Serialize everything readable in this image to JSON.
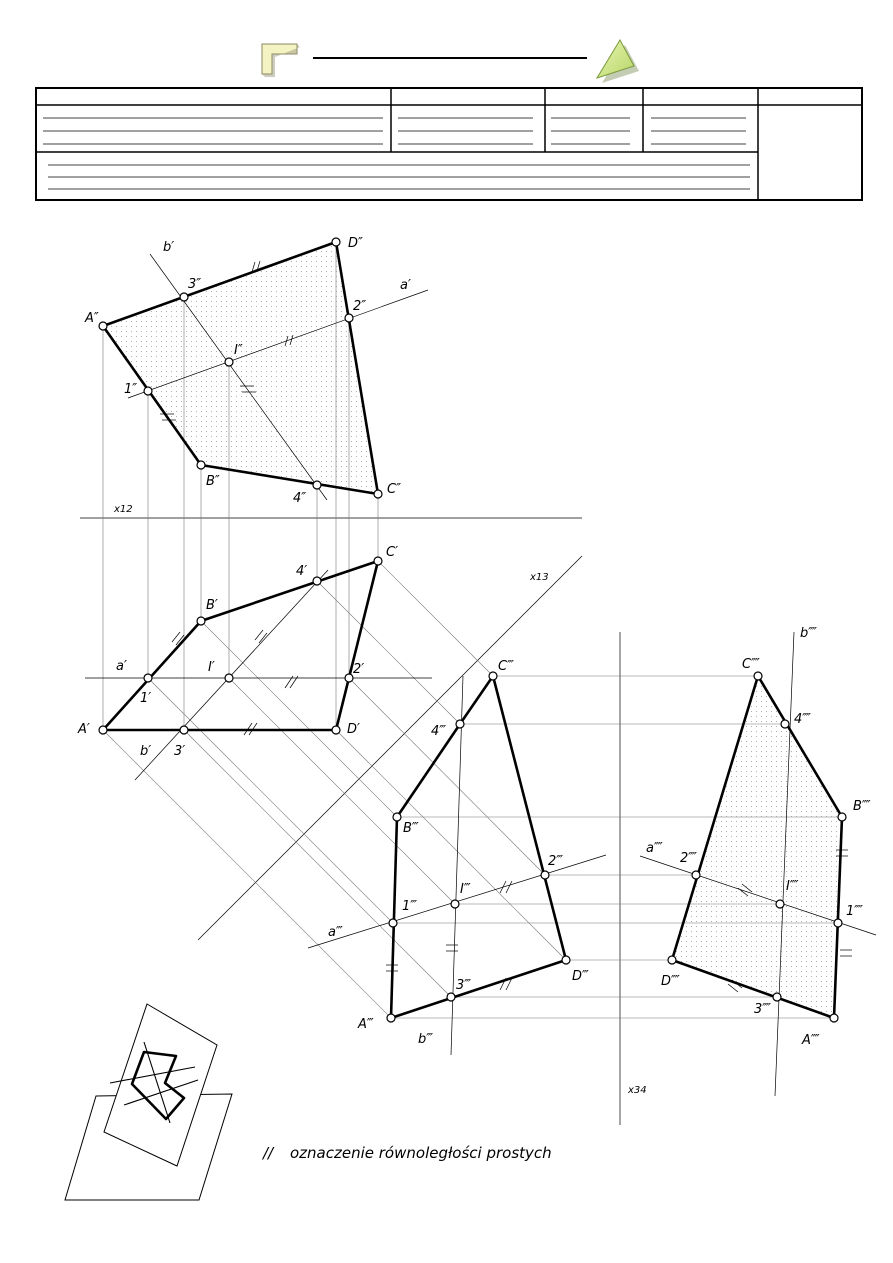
{
  "labels": {
    "A2": "A″",
    "B2": "B″",
    "C2": "C″",
    "D2": "D″",
    "p1_2": "1″",
    "p2_2": "2″",
    "p3_2": "3″",
    "p4_2": "4″",
    "I2": "I″",
    "a2": "a′",
    "b2": "b′",
    "x12": "x12",
    "A1": "A′",
    "B1": "B′",
    "C1": "C′",
    "D1": "D′",
    "p1_1": "1′",
    "p2_1": "2′",
    "p3_1": "3′",
    "p4_1": "4′",
    "I1": "I′",
    "a1": "a′",
    "b1": "b′",
    "x13": "x13",
    "A3": "A‴",
    "B3": "B‴",
    "C3": "C‴",
    "D3": "D‴",
    "p1_3": "1‴",
    "p2_3": "2‴",
    "p3_3": "3‴",
    "p4_3": "4‴",
    "I3": "I‴",
    "a3": "a‴",
    "b3": "b‴",
    "A4": "A⁗",
    "B4": "B⁗",
    "C4": "C⁗",
    "D4": "D⁗",
    "p1_4": "1⁗",
    "p2_4": "2⁗",
    "p3_4": "3⁗",
    "p4_4": "4⁗",
    "I4": "I⁗",
    "a4": "a⁗",
    "b4": "b⁗",
    "x34": "x34"
  },
  "caption": "oznaczenie równoległości prostych",
  "caption_symbol": "//"
}
